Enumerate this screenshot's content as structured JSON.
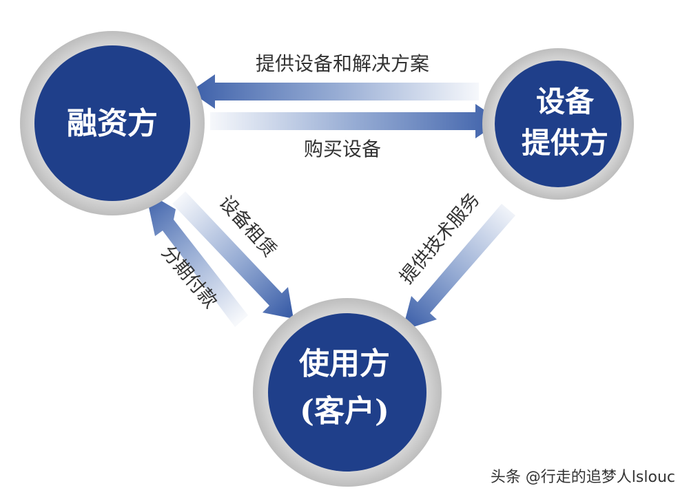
{
  "diagram": {
    "nodes": {
      "financier": {
        "lines": [
          "融资方"
        ]
      },
      "supplier": {
        "lines": [
          "设备",
          "提供方"
        ]
      },
      "user": {
        "lines": [
          "使用方",
          "(客户)"
        ]
      }
    },
    "edges": {
      "supplier_to_financier": {
        "label": "提供设备和解决方案"
      },
      "financier_to_supplier": {
        "label": "购买设备"
      },
      "financier_to_user": {
        "label": "设备租赁"
      },
      "user_to_financier": {
        "label": "分期付款"
      },
      "supplier_to_user": {
        "label": "提供技术服务"
      }
    },
    "colors": {
      "node_fill": "#1f3f8a",
      "node_ring": "#c9c9c9",
      "arrow": "#4f73b6",
      "label_text": "#333333",
      "node_text": "#ffffff"
    }
  },
  "watermark": {
    "text": "头条 @行走的追梦人lslouc"
  }
}
